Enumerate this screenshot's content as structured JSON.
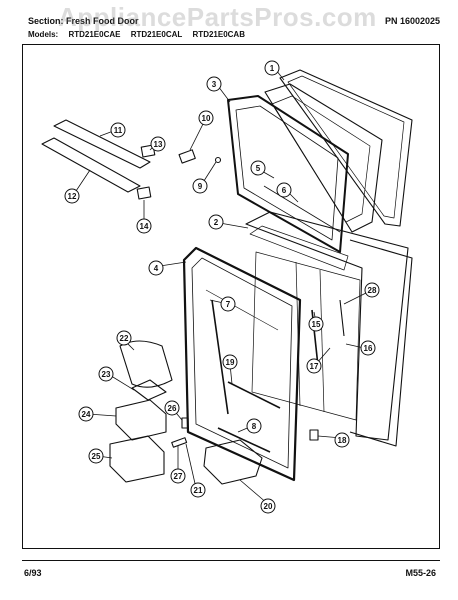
{
  "header": {
    "section": "Section: Fresh Food Door",
    "part_number": "PN 16002025",
    "models_label": "Models:",
    "models": [
      "RTD21E0CAE",
      "RTD21E0CAL",
      "RTD21E0CAB"
    ]
  },
  "watermark": "AppliancePartsPros.com",
  "callouts": [
    "1",
    "2",
    "3",
    "4",
    "5",
    "6",
    "7",
    "8",
    "9",
    "10",
    "11",
    "12",
    "13",
    "14",
    "15",
    "16",
    "17",
    "18",
    "19",
    "20",
    "21",
    "22",
    "23",
    "24",
    "25",
    "26",
    "27",
    "28"
  ],
  "footer": {
    "date": "6/93",
    "page": "M55-26"
  }
}
